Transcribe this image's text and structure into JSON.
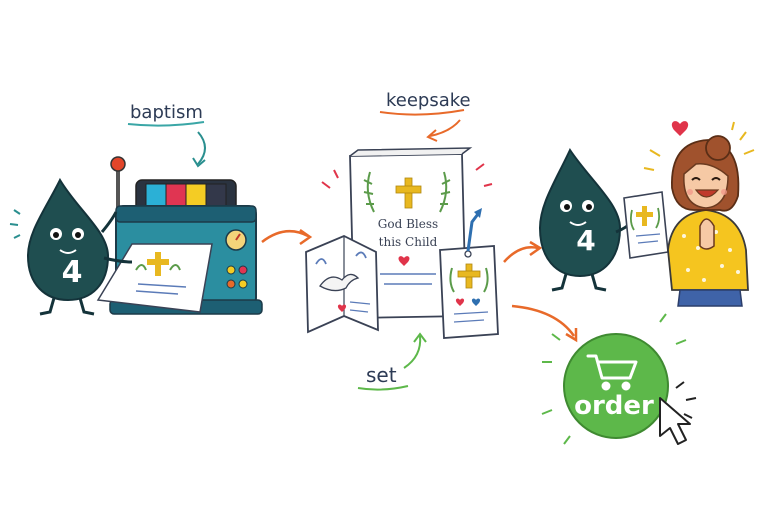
{
  "labels": {
    "baptism": "baptism",
    "keepsake": "keepsake",
    "set": "set",
    "order": "order"
  },
  "mascot": {
    "number": "4"
  },
  "keepsake_card": {
    "line1": "God Bless",
    "line2": "this Child"
  },
  "colors": {
    "mascot": "#1f4e50",
    "printer_body": "#2b8ea0",
    "printer_dark": "#1d5f73",
    "cross": "#e8b820",
    "arrow_orange": "#e86a2a",
    "arrow_teal": "#2a8f8f",
    "label_underline_teal": "#3aa6a6",
    "label_underline_orange": "#e86a2a",
    "label_underline_green": "#5db84a",
    "order_green": "#5db84a",
    "sweater_yellow": "#f5c51f",
    "heart_red": "#e0344a"
  },
  "icons": [
    "cart-icon",
    "cursor-icon",
    "cross-icon",
    "dove-icon",
    "heart-icon",
    "leaf-icon"
  ]
}
